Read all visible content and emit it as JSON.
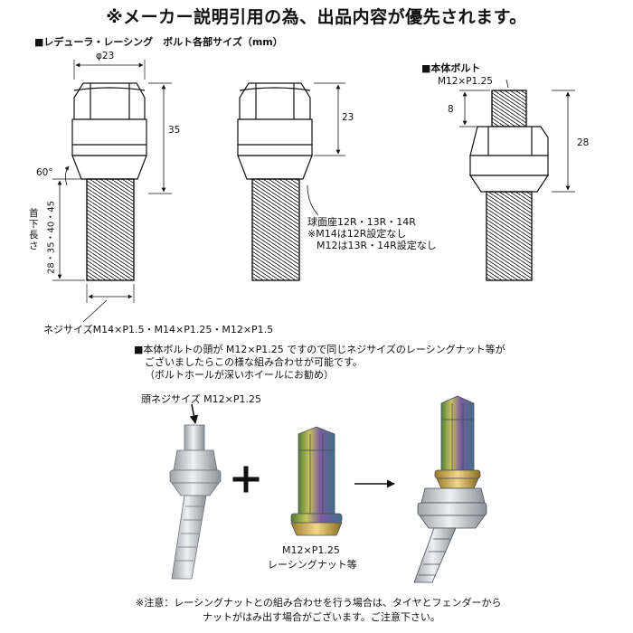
{
  "banner": "※メーカー説明引用の為、出品内容が優先されます。",
  "section_bolt_dims": "■レデューラ・レーシング　ボルト各部サイズ（mm）",
  "section_main_bolt": "■本体ボルト",
  "dims": {
    "head_diameter": "φ23",
    "total_head_height": "35",
    "head_height": "23",
    "seat_angle": "60°",
    "length_label": "首下長さ",
    "lengths": "28・35・40・45",
    "main_thread": "M12×P1.25",
    "main_thread_len": "8",
    "main_height": "28"
  },
  "seat_note": {
    "line1": "球面座12R・13R・14R",
    "line2": "※M14は12R設定なし",
    "line3": "M12は13R・14R設定なし"
  },
  "thread_sizes": "ネジサイズM14×P1.5・M14×P1.25・M12×P1.5",
  "combo_note": {
    "line1": "■本体ボルトの頭が M12×P1.25 ですので同じネジサイズのレーシングナット等が",
    "line2": "ございましたらこの様な組み合わせが可能です。",
    "line3": "（ボルトホールが深いホイールにお勧め）"
  },
  "head_thread_label": "頭ネジサイズ M12×P1.25",
  "nut_label": {
    "line1": "M12×P1.25",
    "line2": "レーシングナット等"
  },
  "warning": {
    "line1": "※注意：レーシングナットとの組み合わせを行う場合は、タイヤとフェンダーから",
    "line2": "ナットがはみ出す場合がございます。ご注意下さい。"
  },
  "colors": {
    "line": "#111111",
    "silver": "#c9ccd1",
    "gold": "#c9a640",
    "neo_green": "#6a9a3a",
    "neo_purple": "#6b4a8a"
  }
}
